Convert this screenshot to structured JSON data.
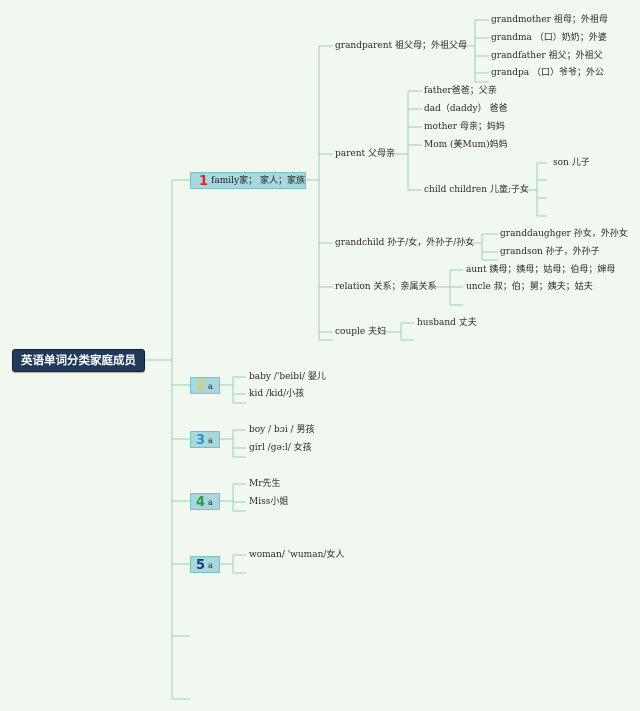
{
  "root": {
    "label": "英语单词分类家庭成员"
  },
  "branches": [
    {
      "number": "1",
      "number_color": "#d3282f",
      "label": "family家； 家人；家族"
    },
    {
      "number": "2",
      "number_color": "#e6d04a",
      "label": "a"
    },
    {
      "number": "3",
      "number_color": "#2f8fd3",
      "label": "a"
    },
    {
      "number": "4",
      "number_color": "#2f9a45",
      "label": "a"
    },
    {
      "number": "5",
      "number_color": "#1e3a7a",
      "label": "a"
    }
  ],
  "family_groups": [
    {
      "label": "grandparent 祖父母；外祖父母",
      "items": [
        "grandmother 祖母；外祖母",
        "grandma （口）奶奶；外婆",
        "grandfather 祖父；外祖父",
        "grandpa （口）爷爷；外公"
      ]
    },
    {
      "label": "parent 父母亲",
      "items": [
        "father爸爸；父亲",
        "dad（daddy） 爸爸",
        "mother 母亲；妈妈",
        "Mom (美Mum)妈妈"
      ]
    },
    {
      "label": "child children 儿童;子女",
      "items": [
        "son 儿子"
      ]
    },
    {
      "label": "grandchild 孙子/女，外孙子/孙女",
      "items": [
        "granddaughger 孙女，外孙女",
        "grandson 孙子，外孙子"
      ]
    },
    {
      "label": "relation 关系；亲属关系",
      "items": [
        "aunt 姨母；姨母；姑母；伯母；婶母",
        "uncle 叔；伯；舅；姨夫；姑夫"
      ]
    },
    {
      "label": "couple 夫妇",
      "items": [
        "husband 丈夫"
      ]
    }
  ],
  "branch_items": [
    [
      "baby /'beibi/ 婴儿",
      "kid /kid/小孩"
    ],
    [
      "boy / bɔi / 男孩",
      "girl /gə:l/ 女孩"
    ],
    [
      "Mr先生",
      "Miss小姐"
    ],
    [
      "woman/ 'wuman/女人"
    ]
  ]
}
